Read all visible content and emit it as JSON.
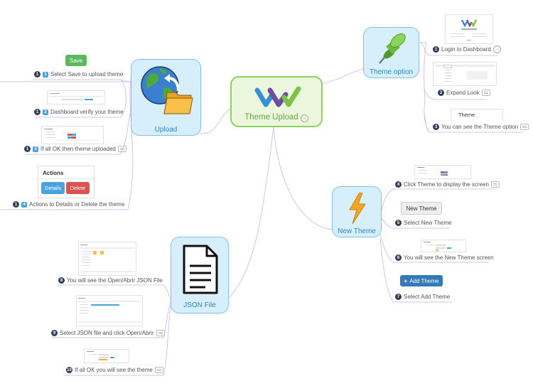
{
  "center": {
    "label": "Theme Upload"
  },
  "topics": {
    "upload": "Upload",
    "theme_option": "Theme option",
    "new_theme": "New Theme",
    "json_file": "JSON File"
  },
  "leaves": {
    "select_save": {
      "n1": "1",
      "n2": "1",
      "text": "Select Save to upload theme"
    },
    "dashboard_verify": {
      "n1": "1",
      "n2": "2",
      "text": "Dashboard verify your theme"
    },
    "all_ok_uploaded": {
      "n1": "1",
      "n2": "3",
      "text": "If all OK then theme uploaded"
    },
    "actions": {
      "n1": "1",
      "n2": "4",
      "text": "Actions to Details or Delete the theme"
    },
    "login": {
      "n1": "1",
      "text": "Login to Dashboard"
    },
    "expand_look": {
      "n1": "2",
      "text": "Expand Look"
    },
    "see_theme_option": {
      "n1": "3",
      "text": "You can see the Theme option"
    },
    "click_theme": {
      "n1": "4",
      "text": "Click Theme to display the screen"
    },
    "select_new_theme": {
      "n1": "5",
      "text": "Select New Theme"
    },
    "new_theme_screen": {
      "n1": "6",
      "text": "You will see the New Theme screen"
    },
    "select_add_theme": {
      "n1": "7",
      "text": "Select Add Theme"
    },
    "open_abrir": {
      "n1": "8",
      "text": "You will see the Open/Abrir JSON File"
    },
    "select_json": {
      "n1": "9",
      "text": "Select JSON file and click Open/Abrir"
    },
    "all_ok_theme": {
      "n1": "10",
      "text": "If all OK you will see the theme"
    }
  },
  "images": {
    "save_button": "Save",
    "actions_title": "Actions",
    "details_button": "Details",
    "delete_button": "Delete",
    "theme_label": "Theme",
    "new_theme_button": "New Theme",
    "add_theme_button": "Add Theme",
    "add_theme_icon": "+"
  },
  "colors": {
    "center_border": "#8fcf5b",
    "topic_border": "#7fc3e8",
    "green_button": "#5cb85c",
    "blue_button": "#4aa3df",
    "red_button": "#d9534f",
    "add_theme_button": "#337ab7"
  }
}
